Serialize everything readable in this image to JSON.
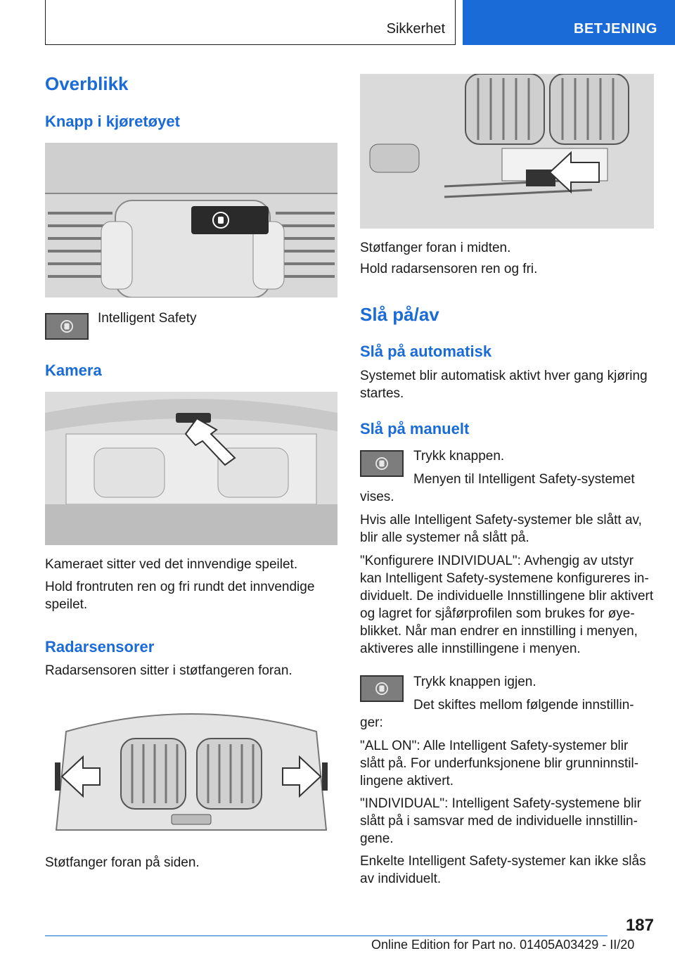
{
  "header": {
    "section": "Sikkerhet",
    "tab": "BETJENING"
  },
  "left": {
    "h_overblikk": "Overblikk",
    "h_knapp": "Knapp i kjøretøyet",
    "btn_caption": "Intelligent Safety",
    "h_kamera": "Kamera",
    "kamera_p1": "Kameraet sitter ved det innvendige speilet.",
    "kamera_p2_l1": "Hold frontruten ren og fri rundt det innvendige",
    "kamera_p2_l2": "speilet.",
    "h_radar": "Radarsensorer",
    "radar_p": "Radarsensoren sitter i støtfangeren foran.",
    "side_caption": "Støtfanger foran på siden."
  },
  "right": {
    "mid_caption": "Støtfanger foran i midten.",
    "mid_p": "Hold radarsensoren ren og fri.",
    "h_slapaav": "Slå på/av",
    "h_auto": "Slå på automatisk",
    "auto_l1": "Systemet blir automatisk aktivt hver gang kjøring",
    "auto_l2": "startes.",
    "h_manuelt": "Slå på manuelt",
    "man_p1": "Trykk knappen.",
    "man_p2_l1": "Menyen til Intelligent Safety-systemet",
    "man_p2_l2": "vises.",
    "man_p3_l1": "Hvis alle Intelligent Safety-systemer ble slått av,",
    "man_p3_l2": "blir alle systemer nå slått på.",
    "konf_l1": "\"Konfigurere INDIVIDUAL\": Avhengig av utstyr",
    "konf_l2": "kan Intelligent Safety-systemene konfigureres in-",
    "konf_l3": "dividuelt. De individuelle Innstillingene blir aktivert",
    "konf_l4": "og lagret for sjåførprofilen som brukes for øye-",
    "konf_l5": "blikket. Når man endrer en innstilling i menyen,",
    "konf_l6": "aktiveres alle innstillingene i menyen.",
    "igjen_p1": "Trykk knappen igjen.",
    "igjen_p2_l1": "Det skiftes mellom følgende innstillin-",
    "igjen_p2_l2": "ger:",
    "allon_l1": "\"ALL ON\": Alle Intelligent Safety-systemer blir",
    "allon_l2": "slått på. For underfunksjonene blir grunninnstil-",
    "allon_l3": "lingene aktivert.",
    "indiv_l1": "\"INDIVIDUAL\": Intelligent Safety-systemene blir",
    "indiv_l2": "slått på i samsvar med de individuelle innstillin-",
    "indiv_l3": "gene.",
    "enk_l1": "Enkelte Intelligent Safety-systemer kan ikke slås",
    "enk_l2": "av individuelt."
  },
  "footer": {
    "page": "187",
    "edition": "Online Edition for Part no. 01405A03429 - II/20"
  }
}
